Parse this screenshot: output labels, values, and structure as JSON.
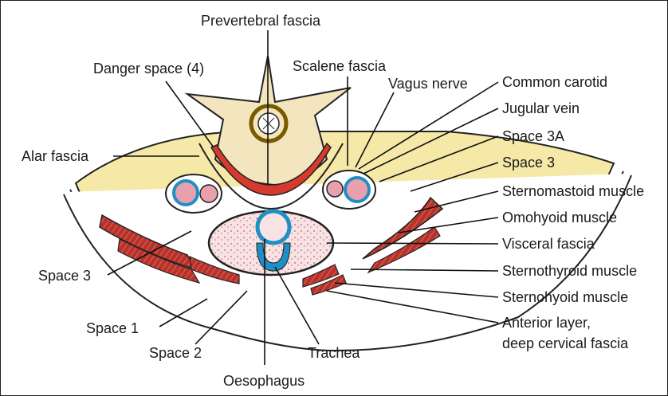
{
  "labels": {
    "prevertebral": "Prevertebral fascia",
    "danger": "Danger space (4)",
    "scalene": "Scalene fascia",
    "vagus": "Vagus nerve",
    "common_carotid": "Common carotid",
    "jugular": "Jugular vein",
    "space3a": "Space 3A",
    "space3_right": "Space 3",
    "alar": "Alar fascia",
    "sternomastoid": "Sternomastoid muscle",
    "omohyoid": "Omohyoid muscle",
    "visceral": "Visceral fascia",
    "space3_left": "Space 3",
    "sternothyroid": "Sternothyroid muscle",
    "sternohyoid": "Sternohyoid muscle",
    "anterior_1": "Anterior layer,",
    "anterior_2": "deep cervical fascia",
    "space1": "Space 1",
    "space2": "Space 2",
    "trachea": "Trachea",
    "oesophagus": "Oesophagus"
  },
  "colors": {
    "fascia_fill": "#f6e9a8",
    "vertebra_fill": "#f3e6bf",
    "danger_red": "#d63a2f",
    "muscle": "#b8322a",
    "vessel_blue": "#1f8fc4",
    "vessel_pink": "#e8a0ad",
    "viscera_pink": "#f3d6d6"
  }
}
